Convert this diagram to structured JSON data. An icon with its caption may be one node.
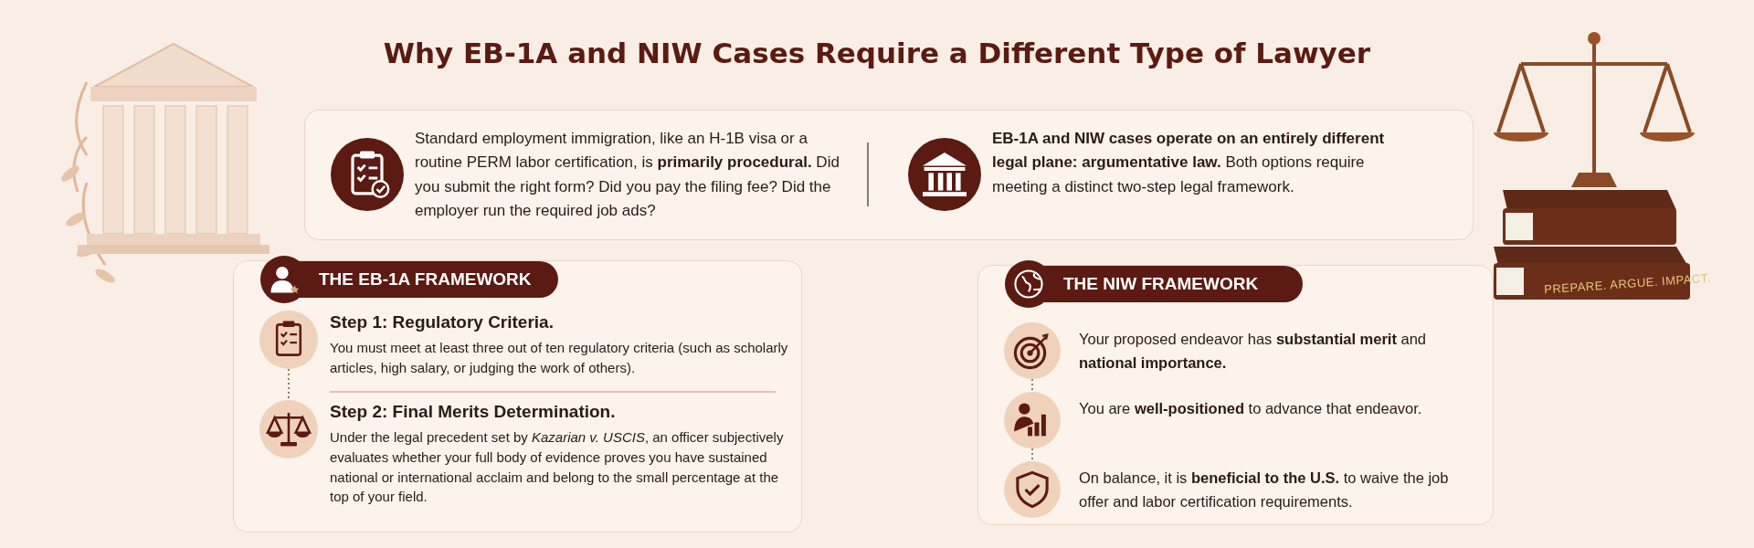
{
  "diagram": {
    "title": "Why EB-1A and NIW Cases Require a Different Type of Lawyer",
    "nodes": [
      {
        "text": [
          "Standard employment immigration, like an H-1B visa or a routine PERM labor certification, is **primarily procedural.** Did you submit the right form? Did you pay the filing fee? Did the employer run the required job ads?",
          "**EB-1A and NIW cases operate on an entirely different legal plane: argumentative law.** Both options require meeting a distinct two-step legal framework."
        ]
      },
      {
        "text": [
          "THE EB-1A FRAMEWORK"
        ]
      },
      {
        "text": [
          "Step 1: Regulatory Criteria.",
          "You must meet at least three out of ten regulatory criteria (such as scholarly articles, high salary, or judging the work of others)."
        ],
        "in": 1
      },
      {
        "text": [
          "Step 2: Final Merits Determination.",
          "Under the legal precedent set by *Kazarian v. USCIS*, an officer subjectively evaluates whether your full body of evidence proves you have sustained national or international acclaim and belong to the small percentage at the top of your field."
        ],
        "in": 1
      },
      {
        "text": [
          "THE NIW FRAMEWORK"
        ]
      },
      {
        "text": [
          "Your proposed endeavor has **substantial merit** and **national importance.**"
        ],
        "in": 4
      },
      {
        "text": [
          "You are **well-positioned** to advance that endeavor."
        ],
        "in": 4
      },
      {
        "text": [
          "On balance, it is **beneficial to the U.S.** to waive the job offer and labor certification requirements."
        ],
        "in": 4
      }
    ],
    "edges": [
      {
        "from": 2,
        "to": 3,
        "arrow": "none",
        "style": "dashed"
      },
      {
        "from": 5,
        "to": 6,
        "arrow": "none",
        "style": "dashed"
      },
      {
        "from": 6,
        "to": 7,
        "arrow": "none",
        "style": "dashed"
      }
    ],
    "labels": [
      "PREPARE. ARGUE. IMPACT."
    ]
  }
}
